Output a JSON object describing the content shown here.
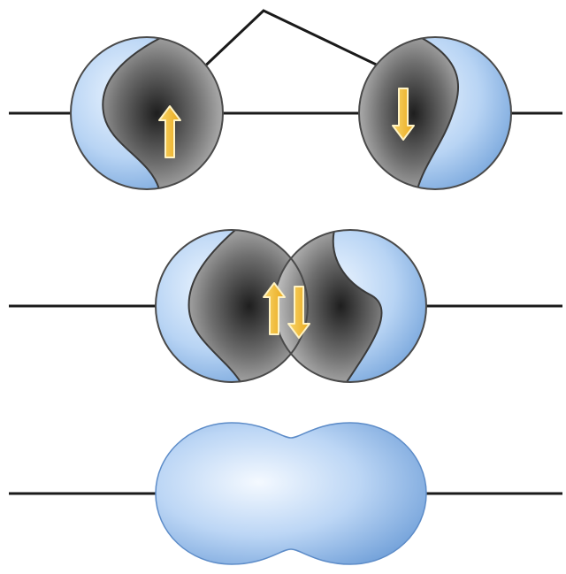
{
  "colors": {
    "background": "#ffffff",
    "line": "#1a1a1a",
    "atom_blue_light": "#e9f3ff",
    "atom_blue_dark": "#6e9fd8",
    "orbital_gray_light": "#b6b6b6",
    "orbital_gray_dark": "#222222",
    "arrow_fill": "#f5c242",
    "arrow_stroke": "#fff3c4"
  },
  "stages": [
    {
      "id": "separate-atoms",
      "atoms": 2,
      "spins": [
        "up",
        "down"
      ]
    },
    {
      "id": "overlapping-orbitals",
      "atoms": 2,
      "spins": [
        "up",
        "down"
      ]
    },
    {
      "id": "bonded-molecule",
      "atoms": 1,
      "spins": []
    }
  ],
  "icons": {
    "spin_up": "spin-up-arrow-icon",
    "spin_down": "spin-down-arrow-icon"
  }
}
